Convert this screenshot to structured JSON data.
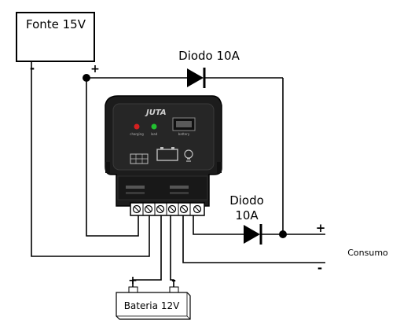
{
  "labels": {
    "source": "Fonte 15V",
    "diode_top": "Diodo 10A",
    "diode_bottom_line1": "Diodo",
    "diode_bottom_line2": "10A",
    "load": "Consumo",
    "battery": "Bateria 12V",
    "source_minus": "-",
    "source_plus": "+",
    "load_plus": "+",
    "load_minus": "-",
    "battery_plus": "+",
    "battery_minus": "-"
  },
  "device": {
    "brand": "JUTA",
    "led1": "charging",
    "led2": "load",
    "display": "battery"
  },
  "colors": {
    "wire": "#000000",
    "device_body": "#1c1c1c",
    "led_red": "#d42020",
    "led_green": "#22c030",
    "terminal_block": "#ffffff"
  }
}
